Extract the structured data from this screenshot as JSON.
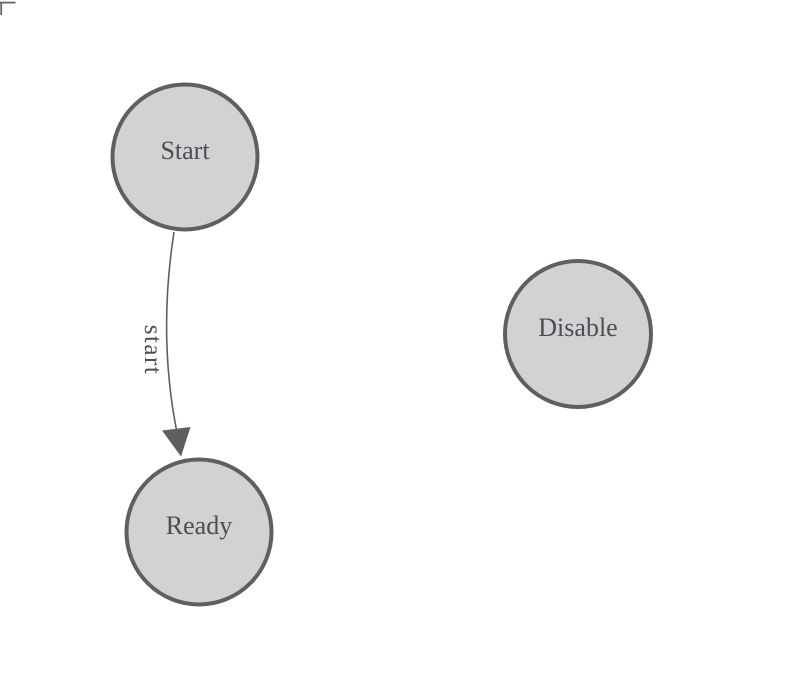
{
  "diagram": {
    "type": "state-diagram",
    "background_color": "#ffffff",
    "node_fill_color": "#d2d2d2",
    "node_stroke_color": "#5f5f5f",
    "label_color": "#4c4e57",
    "edge_color": "#5f5f5f",
    "corner_marker_color": "#666666",
    "nodes": [
      {
        "id": "start",
        "label": "Start"
      },
      {
        "id": "ready",
        "label": "Ready"
      },
      {
        "id": "disable",
        "label": "Disable"
      }
    ],
    "edges": [
      {
        "from": "start",
        "to": "ready",
        "label": "start"
      }
    ]
  }
}
